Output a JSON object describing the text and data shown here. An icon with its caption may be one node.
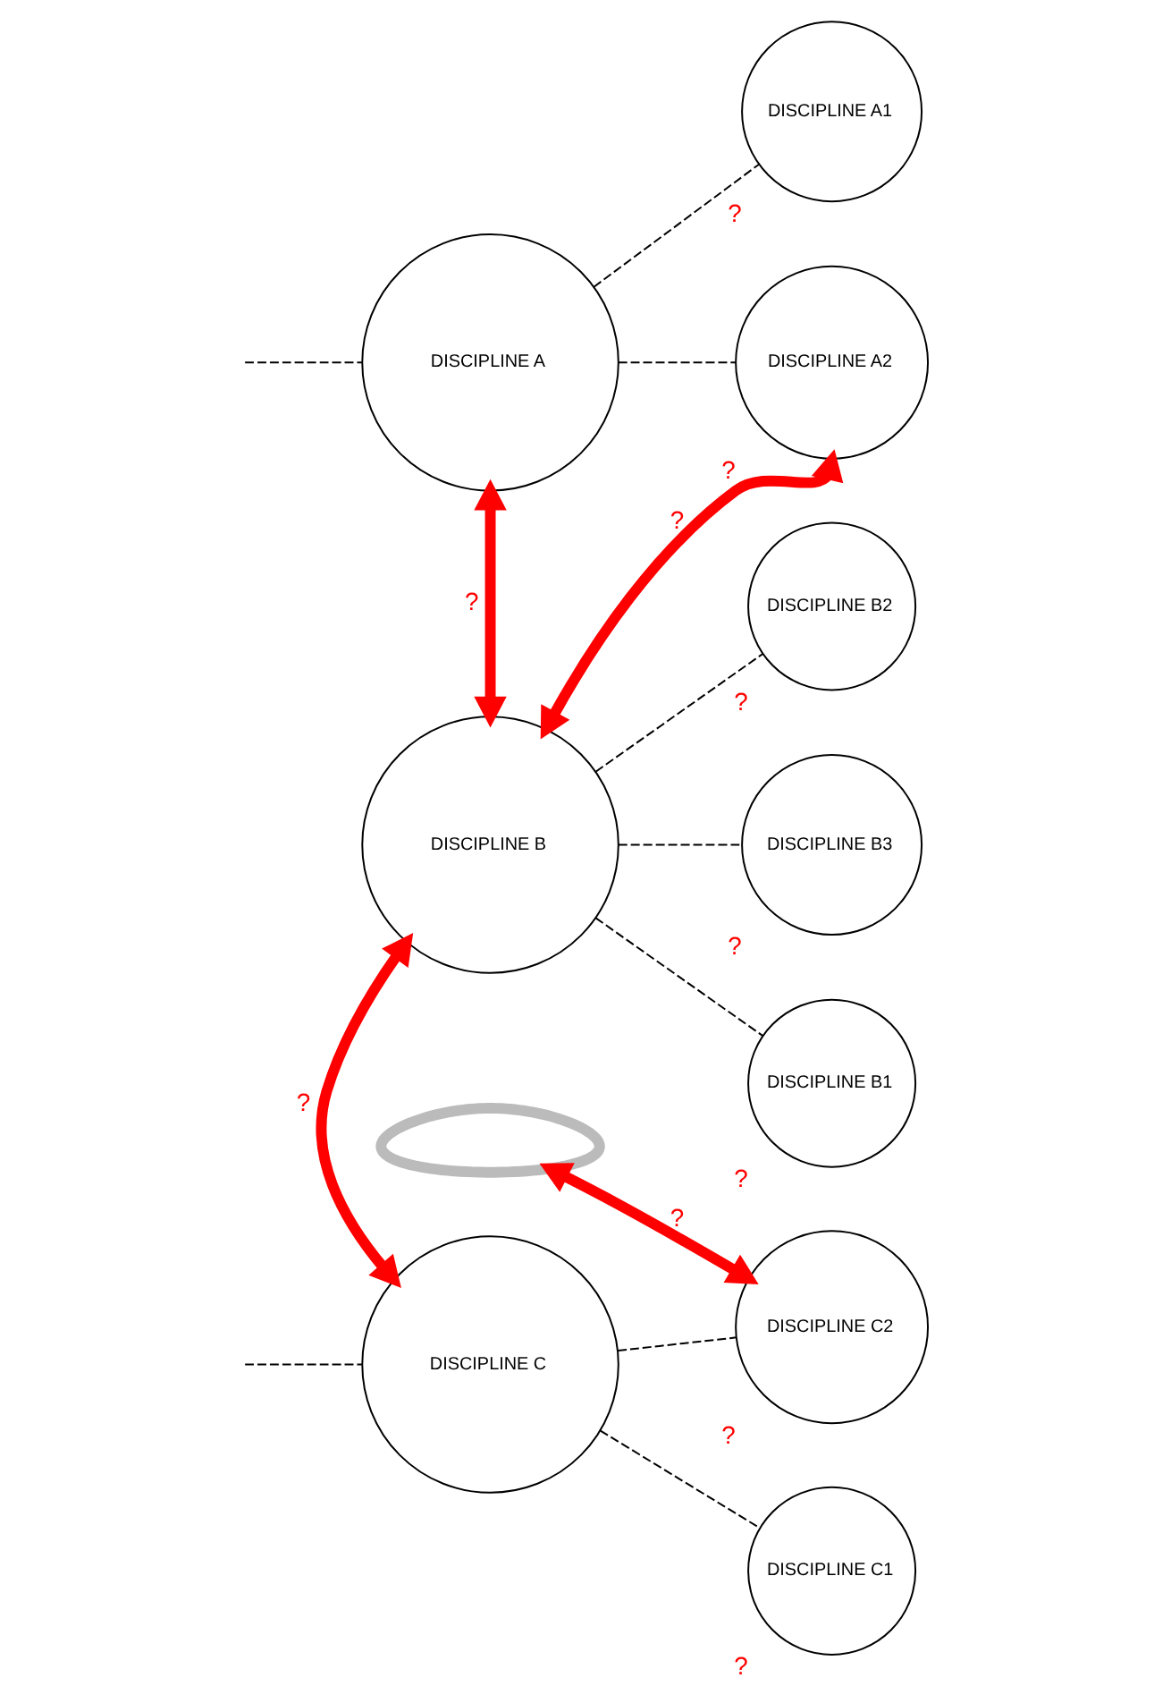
{
  "diagram": {
    "nodes": [
      {
        "text": [
          "DISCIPLINE A1"
        ],
        "beside": [
          "?"
        ]
      },
      {
        "text": [
          "DISCIPLINE A"
        ]
      },
      {
        "text": [
          "DISCIPLINE A2"
        ],
        "beside": [
          "?"
        ]
      },
      {
        "text": [],
        "shape": "picture"
      },
      {
        "text": [
          "DISCIPLINE B1"
        ],
        "beside": [
          "?"
        ]
      },
      {
        "text": [
          "DISCIPLINE B"
        ]
      },
      {
        "text": [
          "DISCIPLINE B2"
        ],
        "beside": [
          "?"
        ]
      },
      {
        "text": [
          "DISCIPLINE B3"
        ],
        "beside": [
          "?"
        ]
      },
      {
        "text": [
          "DISCIPLINE C1"
        ],
        "beside": [
          "?"
        ]
      },
      {
        "text": [
          "DISCIPLINE C"
        ]
      },
      {
        "text": [
          "DISCIPLINE C2"
        ],
        "beside": [
          "?"
        ]
      }
    ],
    "edges": [
      {
        "from": null,
        "to": 1,
        "arrow": "none",
        "style": "dashed"
      },
      {
        "from": 1,
        "to": 0,
        "arrow": "none",
        "style": "dashed"
      },
      {
        "from": 1,
        "to": 2,
        "arrow": "none",
        "style": "dashed"
      },
      {
        "from": 5,
        "to": 4,
        "arrow": "none",
        "style": "dashed"
      },
      {
        "from": 5,
        "to": 6,
        "arrow": "none",
        "style": "dashed"
      },
      {
        "from": 5,
        "to": 7,
        "arrow": "none",
        "style": "dashed"
      },
      {
        "from": null,
        "to": 9,
        "arrow": "none",
        "style": "dashed"
      },
      {
        "from": 9,
        "to": 8,
        "arrow": "none",
        "style": "dashed"
      },
      {
        "from": 9,
        "to": 10,
        "arrow": "none",
        "style": "dashed"
      },
      {
        "from": 1,
        "to": 5,
        "arrow": "both",
        "label": "?",
        "style": "thick",
        "color": "#ff0000"
      },
      {
        "from": 2,
        "to": 5,
        "arrow": "both",
        "label": "?",
        "style": "thick",
        "color": "#ff0000"
      },
      {
        "from": 5,
        "to": 9,
        "arrow": "both",
        "label": "?",
        "style": "thick",
        "color": "#ff0000"
      },
      {
        "from": 3,
        "to": 10,
        "arrow": "both",
        "label": "?",
        "style": "thick",
        "color": "#ff0000"
      }
    ]
  }
}
